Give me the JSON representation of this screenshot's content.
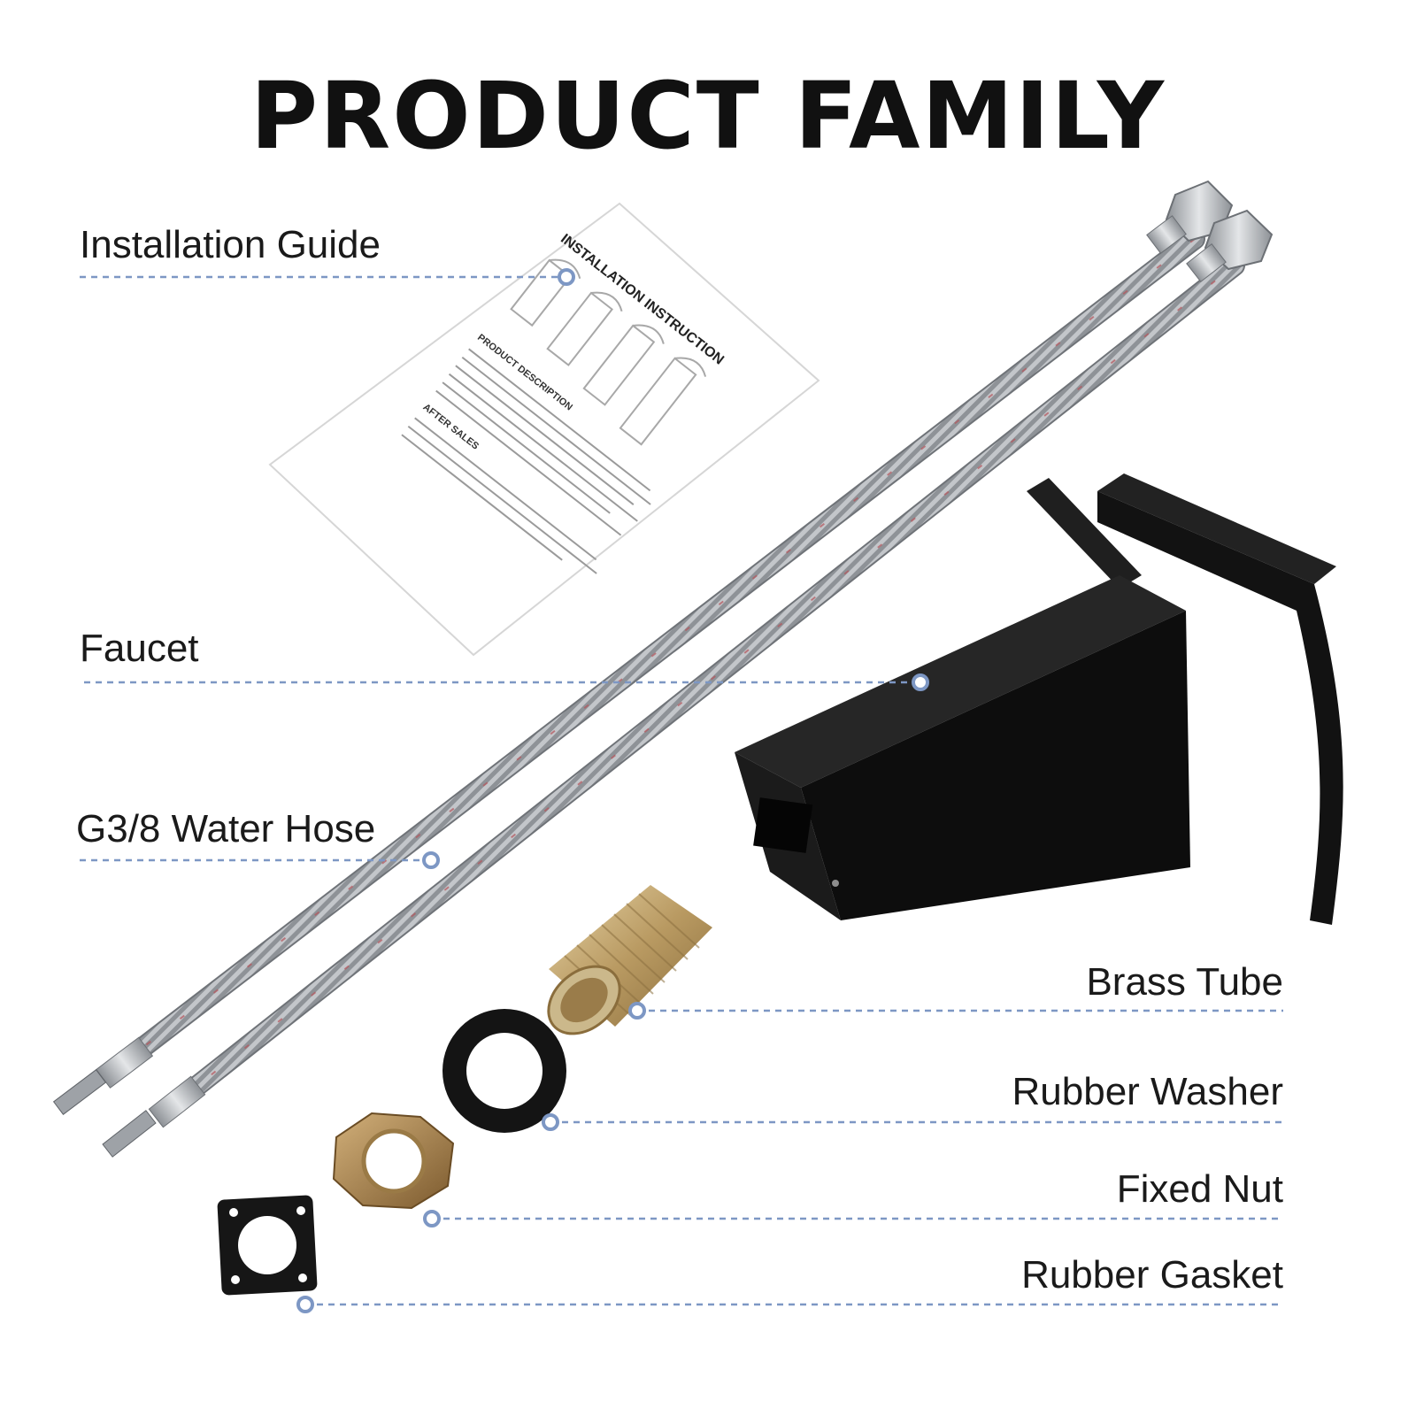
{
  "title": "PRODUCT FAMILY",
  "callouts": {
    "installation_guide": "Installation Guide",
    "faucet": "Faucet",
    "water_hose": "G3/8 Water Hose",
    "brass_tube": "Brass Tube",
    "rubber_washer": "Rubber Washer",
    "fixed_nut": "Fixed Nut",
    "rubber_gasket": "Rubber Gasket"
  },
  "manual": {
    "heading": "INSTALLATION INSTRUCTION",
    "section_description": "PRODUCT DESCRIPTION",
    "section_after_sales": "AFTER SALES"
  },
  "colors": {
    "leader_line": "#7d97c4",
    "faucet": "#141414",
    "brass": "#bfa574",
    "hose": "#b9bcc0"
  }
}
